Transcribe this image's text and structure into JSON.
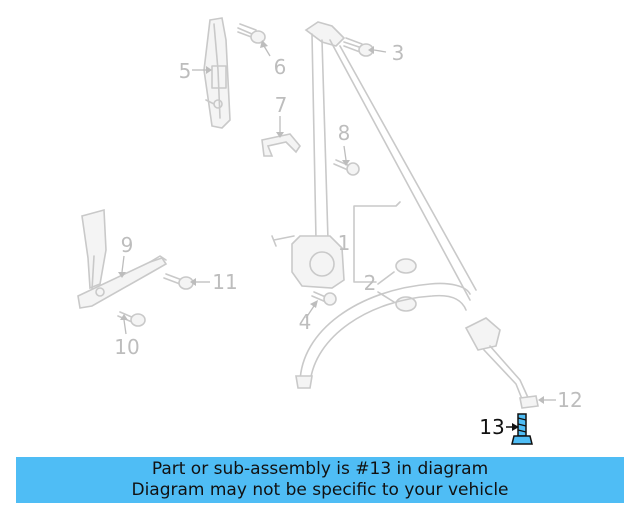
{
  "diagram": {
    "callouts": {
      "c1": "1",
      "c2": "2",
      "c3": "3",
      "c4": "4",
      "c5": "5",
      "c6": "6",
      "c7": "7",
      "c8": "8",
      "c9": "9",
      "c10": "10",
      "c11": "11",
      "c12": "12",
      "c13": "13"
    },
    "highlighted_part": "13",
    "highlight_color": "#4fbdf5",
    "part_color": "#c9c9c9"
  },
  "banner": {
    "line1": "Part or sub-assembly is #13 in diagram",
    "line2": "Diagram may not be specific to your vehicle",
    "background": "#4fbdf5"
  }
}
